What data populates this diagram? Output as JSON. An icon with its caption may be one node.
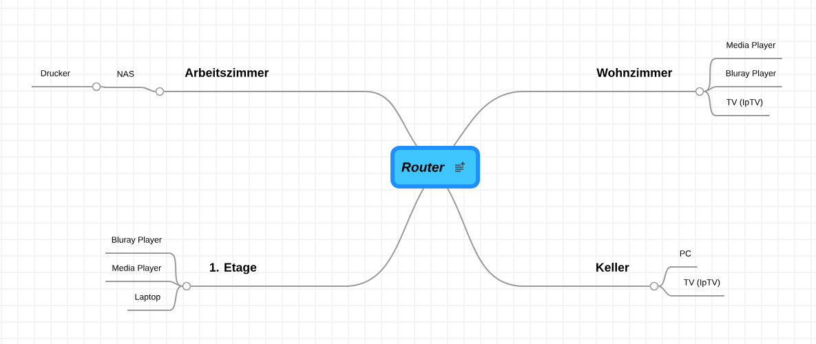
{
  "diagram": {
    "nodes": [
      {
        "text": [
          "Router"
        ]
      },
      {
        "text": [
          "Arbeitszimmer"
        ]
      },
      {
        "text": [
          "NAS"
        ]
      },
      {
        "text": [
          "Drucker"
        ]
      },
      {
        "text": [
          "Wohnzimmer"
        ]
      },
      {
        "text": [
          "Media Player"
        ]
      },
      {
        "text": [
          "Bluray Player"
        ]
      },
      {
        "text": [
          "TV (IpTV)"
        ]
      },
      {
        "text": [
          "1. Etage"
        ]
      },
      {
        "text": [
          "Bluray Player"
        ]
      },
      {
        "text": [
          "Media Player"
        ]
      },
      {
        "text": [
          "Laptop"
        ]
      },
      {
        "text": [
          "Keller"
        ]
      },
      {
        "text": [
          "PC"
        ]
      },
      {
        "text": [
          "TV (IpTV)"
        ]
      },
      {
        "text": [],
        "shape": "circle"
      },
      {
        "text": [],
        "shape": "circle"
      },
      {
        "text": [],
        "shape": "circle"
      },
      {
        "text": [],
        "shape": "circle"
      },
      {
        "text": [],
        "shape": "circle"
      }
    ],
    "edges": [
      {
        "from": 0,
        "to": 1,
        "arrow": "none"
      },
      {
        "from": 1,
        "to": 16,
        "arrow": "none"
      },
      {
        "from": 16,
        "to": 2,
        "arrow": "none"
      },
      {
        "from": 2,
        "to": 15,
        "arrow": "none"
      },
      {
        "from": 15,
        "to": 3,
        "arrow": "none"
      },
      {
        "from": 0,
        "to": 4,
        "arrow": "none"
      },
      {
        "from": 4,
        "to": 19,
        "arrow": "none"
      },
      {
        "from": 19,
        "to": 5,
        "arrow": "none"
      },
      {
        "from": 19,
        "to": 6,
        "arrow": "none"
      },
      {
        "from": 19,
        "to": 7,
        "arrow": "none"
      },
      {
        "from": 0,
        "to": 8,
        "arrow": "none"
      },
      {
        "from": 8,
        "to": 17,
        "arrow": "none"
      },
      {
        "from": 17,
        "to": 9,
        "arrow": "none"
      },
      {
        "from": 17,
        "to": 10,
        "arrow": "none"
      },
      {
        "from": 17,
        "to": 11,
        "arrow": "none"
      },
      {
        "from": 0,
        "to": 12,
        "arrow": "none"
      },
      {
        "from": 12,
        "to": 18,
        "arrow": "none"
      },
      {
        "from": 18,
        "to": 13,
        "arrow": "none"
      },
      {
        "from": 18,
        "to": 14,
        "arrow": "none"
      }
    ]
  }
}
